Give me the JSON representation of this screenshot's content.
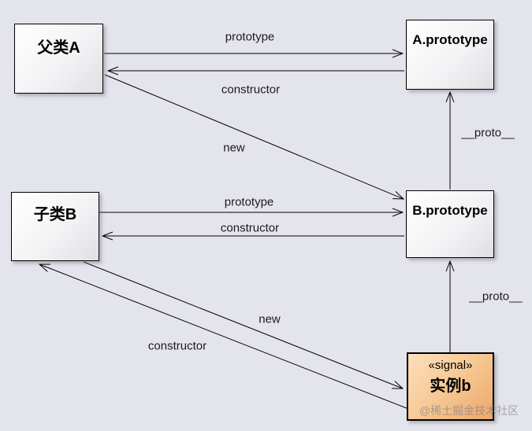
{
  "colors": {
    "background": "#e4e4ec",
    "node_border": "#000000",
    "edge_line": "#000000",
    "node_fill_top": "#ffffff",
    "node_fill_bottom": "#e0e0e4",
    "instance_fill_top": "#fbdfbc",
    "instance_fill_bottom": "#eca76a"
  },
  "nodes": {
    "parent_class": {
      "label": "父类A"
    },
    "a_prototype": {
      "label": "A.prototype"
    },
    "child_class": {
      "label": "子类B"
    },
    "b_prototype": {
      "label": "B.prototype"
    },
    "instance_b": {
      "stereotype": "«signal»",
      "label": "实例b"
    }
  },
  "edges": {
    "prototype_top": {
      "label": "prototype",
      "from": "父类A",
      "to": "A.prototype"
    },
    "constructor_top": {
      "label": "constructor",
      "from": "A.prototype",
      "to": "父类A"
    },
    "new_parent": {
      "label": "new",
      "from": "父类A",
      "to": "B.prototype"
    },
    "proto_a": {
      "label": "__proto__",
      "from": "B.prototype",
      "to": "A.prototype"
    },
    "prototype_mid": {
      "label": "prototype",
      "from": "子类B",
      "to": "B.prototype"
    },
    "constructor_mid": {
      "label": "constructor",
      "from": "B.prototype",
      "to": "子类B"
    },
    "new_child": {
      "label": "new",
      "from": "子类B",
      "to": "实例b"
    },
    "constructor_bottom": {
      "label": "constructor",
      "from": "实例b",
      "to": "子类B"
    },
    "proto_b": {
      "label": "__proto__",
      "from": "实例b",
      "to": "B.prototype"
    }
  },
  "watermark": {
    "text": "@稀土掘金技术社区"
  }
}
